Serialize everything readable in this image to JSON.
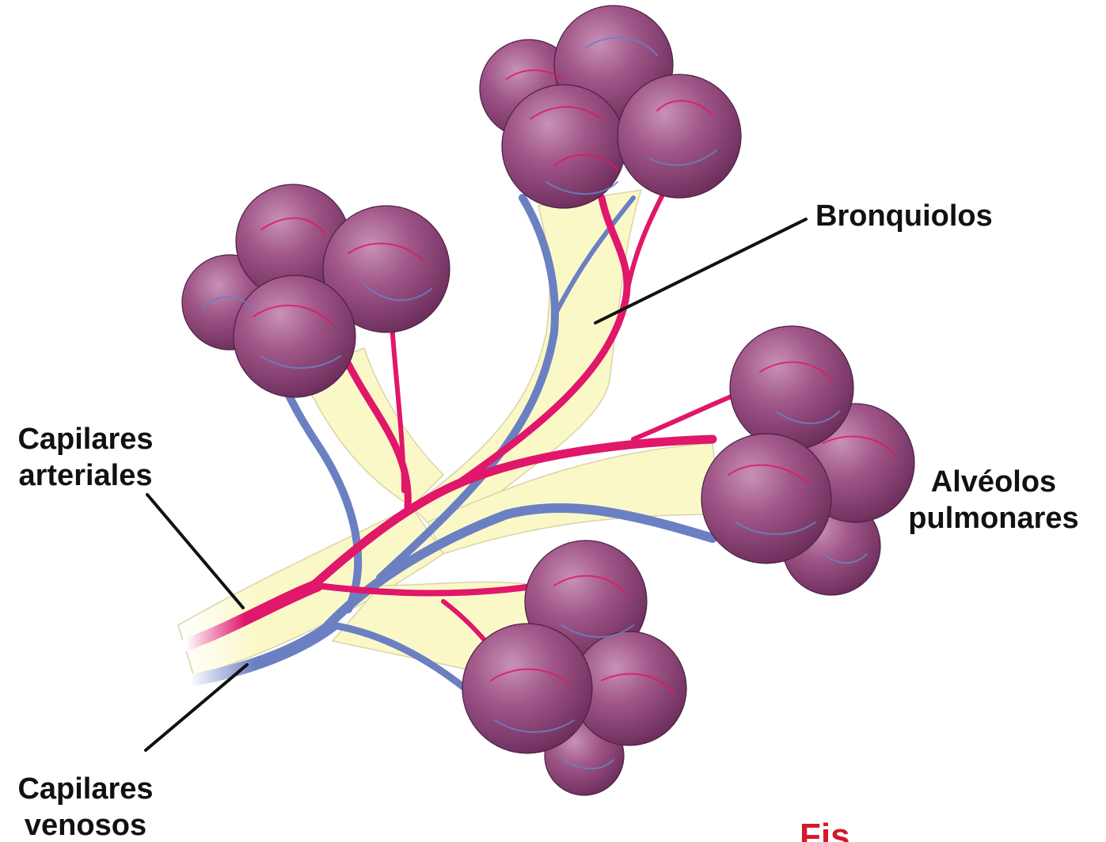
{
  "diagram": {
    "labels": {
      "bronquiolos": "Bronquiolos",
      "alveolos_line1": "Alvéolos",
      "alveolos_line2": "pulmonares",
      "arteriales_line1": "Capilares",
      "arteriales_line2": "arteriales",
      "venosos_line1": "Capilares",
      "venosos_line2": "venosos",
      "partial_bottom": "Fis"
    },
    "colors": {
      "bronchiole_fill": "#fbf8c8",
      "artery": "#e0176a",
      "vein": "#6b80c2",
      "alveolus": "#9a4d82",
      "leader_line": "#111111",
      "partial_text": "#d11a2a"
    }
  }
}
